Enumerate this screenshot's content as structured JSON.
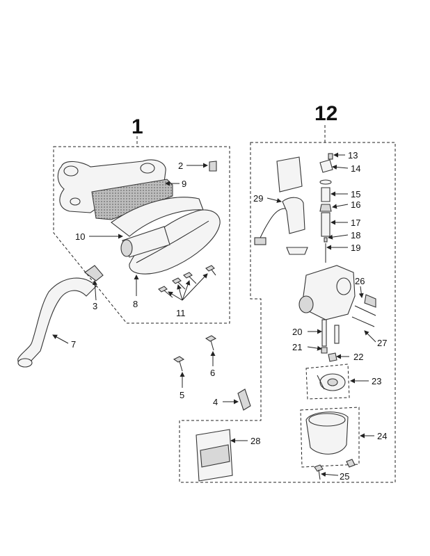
{
  "groups": {
    "air_filter_label": "1",
    "carburetor_label": "12"
  },
  "callouts": {
    "c2": "2",
    "c3": "3",
    "c4": "4",
    "c5": "5",
    "c6": "6",
    "c7": "7",
    "c8": "8",
    "c9": "9",
    "c10": "10",
    "c11": "11",
    "c13": "13",
    "c14": "14",
    "c15": "15",
    "c16": "16",
    "c17": "17",
    "c18": "18",
    "c19": "19",
    "c20": "20",
    "c21": "21",
    "c22": "22",
    "c23": "23",
    "c24": "24",
    "c25": "25",
    "c26": "26",
    "c27": "27",
    "c28": "28",
    "c29": "29"
  }
}
